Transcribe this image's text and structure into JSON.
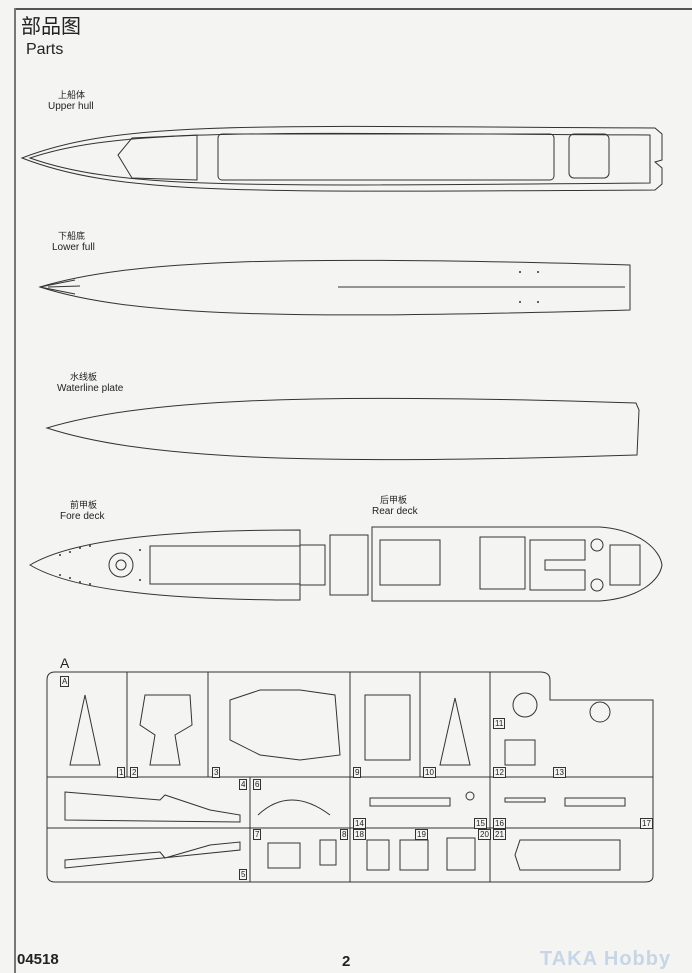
{
  "header": {
    "title_cn": "部品图",
    "title_en": "Parts"
  },
  "parts": [
    {
      "cn": "上船体",
      "en": "Upper hull"
    },
    {
      "cn": "下船底",
      "en": "Lower full"
    },
    {
      "cn": "水线板",
      "en": "Waterline plate"
    },
    {
      "cn": "前甲板",
      "en": "Fore deck"
    },
    {
      "cn": "后甲板",
      "en": "Rear deck"
    }
  ],
  "sprue": {
    "label": "A",
    "tag": "A",
    "numbers": [
      "1",
      "2",
      "3",
      "4",
      "5",
      "6",
      "7",
      "8",
      "9",
      "10",
      "11",
      "12",
      "13",
      "14",
      "15",
      "16",
      "17",
      "18",
      "19",
      "20",
      "21"
    ]
  },
  "footer": {
    "code": "04518",
    "page": "2",
    "watermark": "TAKA Hobby"
  }
}
